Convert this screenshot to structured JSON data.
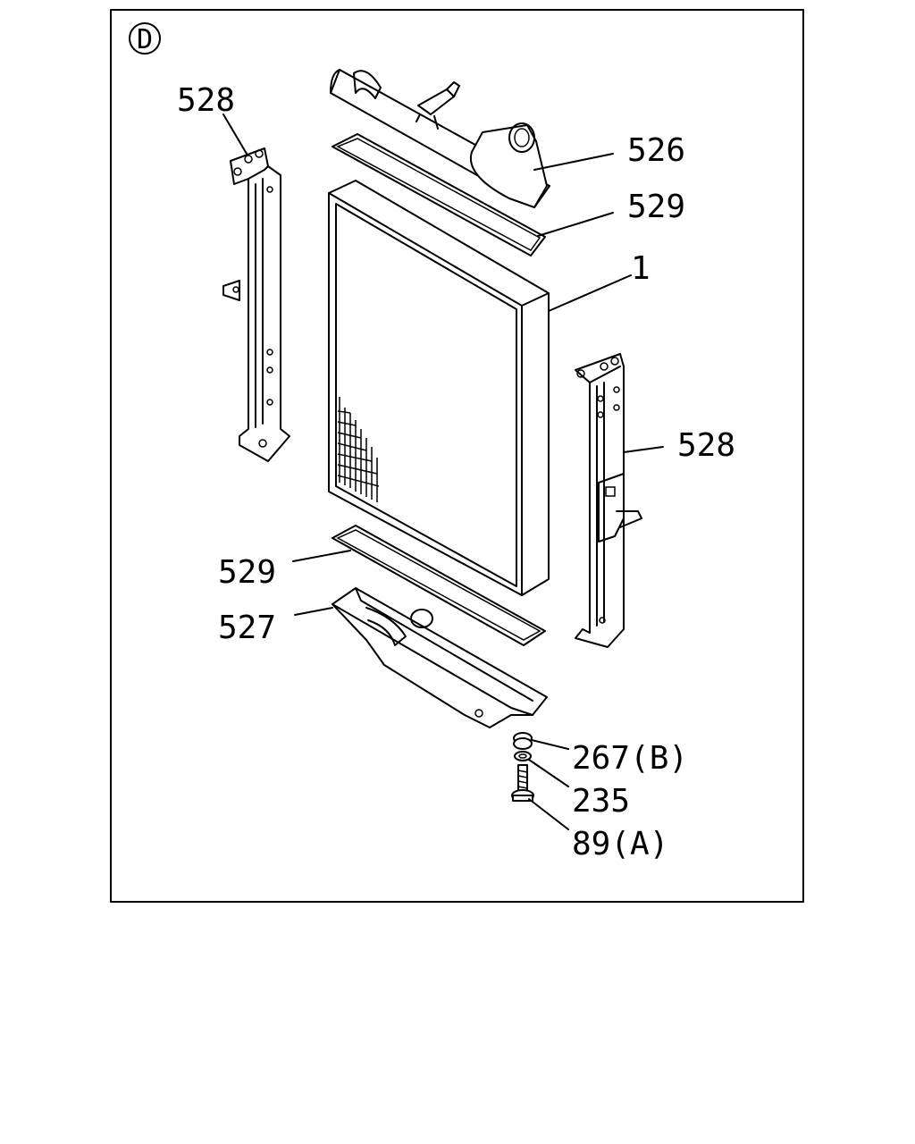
{
  "diagram": {
    "view_marker": "D",
    "labels": {
      "bracket_left": "528",
      "upper_tank": "526",
      "gasket_upper": "529",
      "core": "1",
      "bracket_right": "528",
      "gasket_lower": "529",
      "lower_tank": "527",
      "washer_b": "267(B)",
      "washer": "235",
      "bolt_a": "89(A)"
    }
  }
}
